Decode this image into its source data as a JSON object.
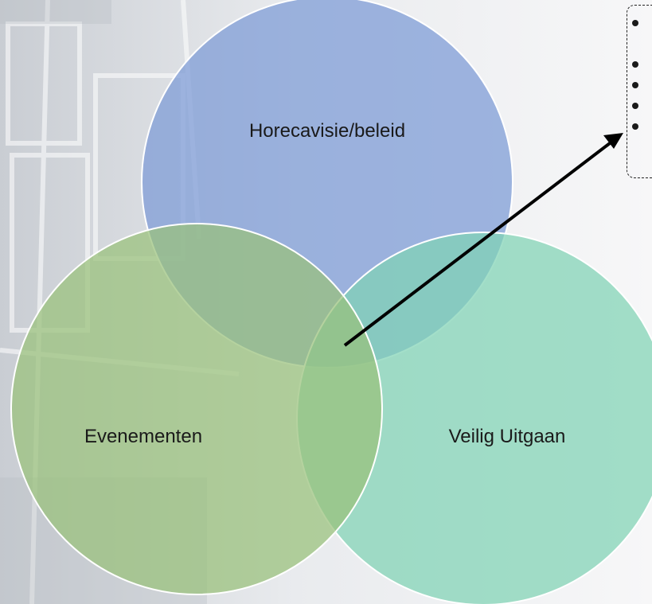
{
  "diagram": {
    "type": "venn",
    "circles": [
      {
        "label": "Horecavisie/beleid",
        "color": "#8aa7dc"
      },
      {
        "label": "Evenementen",
        "color": "#a7c98a"
      },
      {
        "label": "Veilig Uitgaan",
        "color": "#8fd8bc"
      }
    ],
    "callout": {
      "bullet_count": 5,
      "items": [
        "",
        "",
        "",
        "",
        ""
      ]
    },
    "arrow_color": "#000000"
  }
}
